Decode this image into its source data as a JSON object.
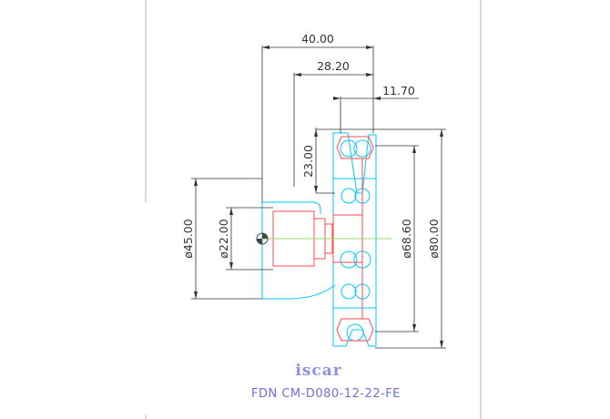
{
  "dimensions": {
    "overall_length": "40.00",
    "length_2": "28.20",
    "width_3": "11.70",
    "height_23": "23.00",
    "diameter_45": "ø45.00",
    "diameter_22": "ø22.00",
    "diameter_68": "ø68.60",
    "diameter_80": "ø80.00"
  },
  "logo_text": "iscar",
  "caption": "FDN CM-D080-12-22-FE",
  "colors": {
    "dimension": "#333333",
    "body_outline": "#00c8ff",
    "insert_outline": "#ff4a4a",
    "caption": "#6f6fe0",
    "frame": "#b4b4b4"
  }
}
